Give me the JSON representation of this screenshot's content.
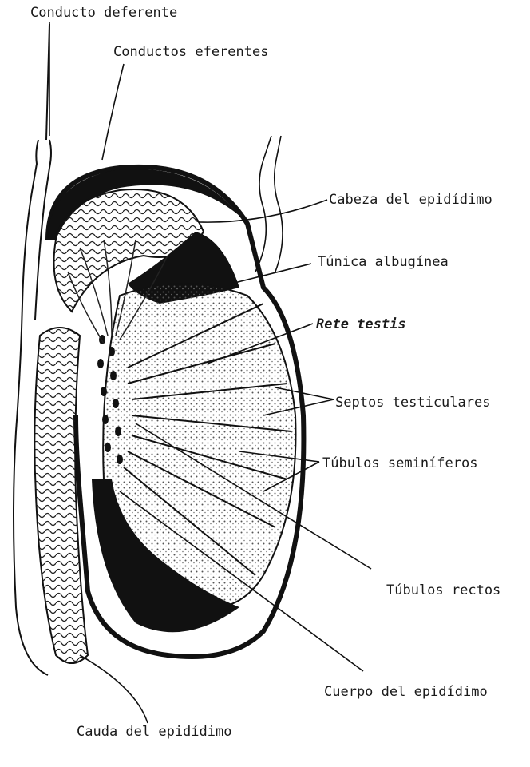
{
  "labels": {
    "conducto_deferente": "Conducto deferente",
    "conductos_eferentes": "Conductos eferentes",
    "cabeza_epididimo": "Cabeza del epidídimo",
    "tunica_albuginea": "Túnica albugínea",
    "rete_testis": "Rete testis",
    "septos_testiculares": "Septos testiculares",
    "tubulos_seminiferos": "Túbulos seminíferos",
    "tubulos_rectos": "Túbulos rectos",
    "cuerpo_epididimo": "Cuerpo del epidídimo",
    "cauda_epididimo": "Cauda del epidídimo"
  },
  "colors": {
    "ink": "#111111",
    "paper": "#ffffff",
    "stipple": "#6a6a6a"
  }
}
